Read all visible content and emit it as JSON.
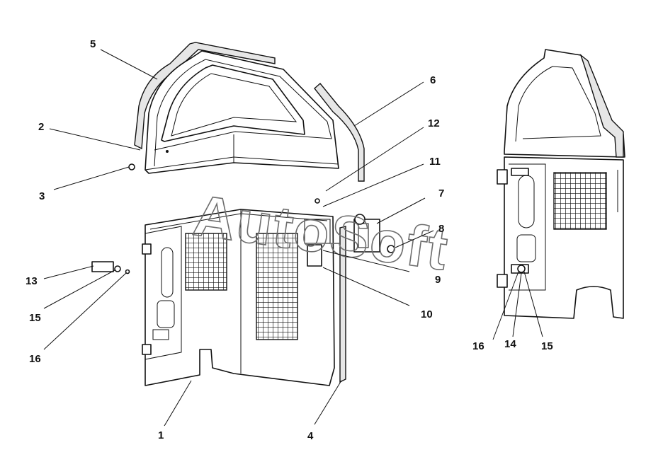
{
  "watermark": "AutoSoft",
  "callouts": {
    "c1": "1",
    "c2": "2",
    "c3": "3",
    "c4": "4",
    "c5": "5",
    "c6": "6",
    "c7": "7",
    "c8": "8",
    "c9": "9",
    "c10": "10",
    "c11": "11",
    "c12": "12",
    "c13": "13",
    "c15": "15",
    "c16": "16",
    "r16": "16",
    "r14": "14",
    "r15": "15"
  }
}
